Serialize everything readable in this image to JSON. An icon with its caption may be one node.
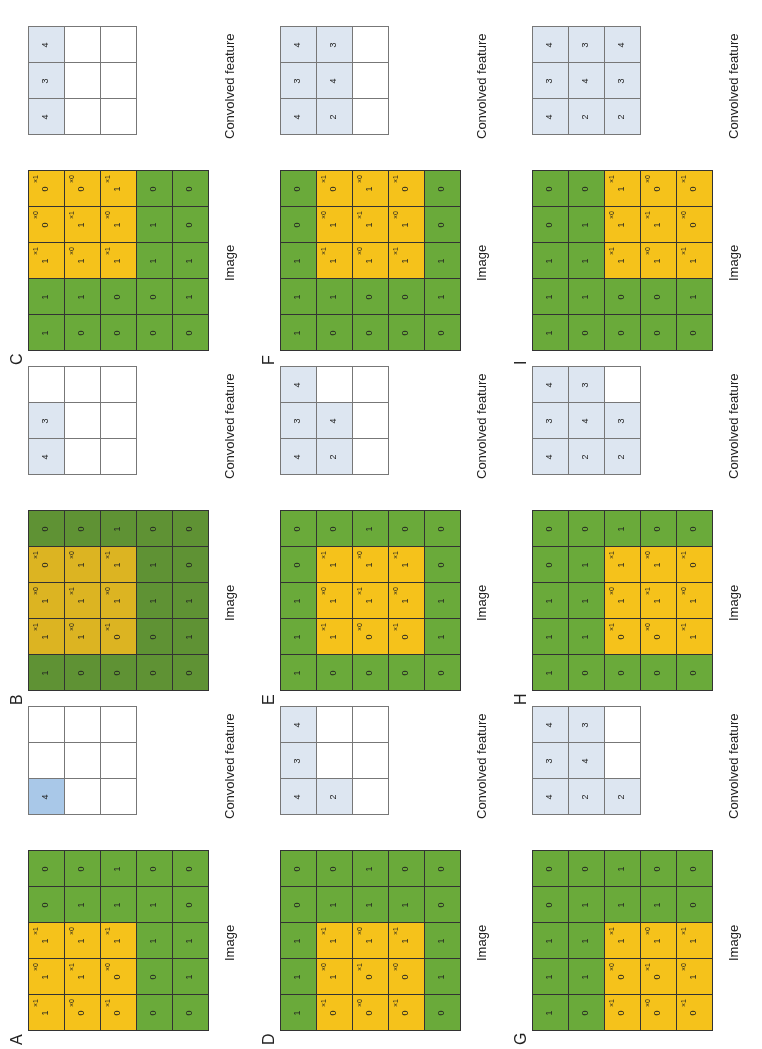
{
  "diagram": {
    "labels": [
      "A",
      "1",
      "×1",
      "1",
      "×0",
      "1",
      "×1",
      "0",
      "0",
      "0",
      "×0",
      "1",
      "×1",
      "1",
      "×0",
      "1",
      "0",
      "0",
      "×1",
      "0",
      "×0",
      "1",
      "×1",
      "1",
      "1",
      "0",
      "0",
      "1",
      "1",
      "0",
      "0",
      "1",
      "1",
      "0",
      "0",
      "Image",
      "4",
      "Convolved feature",
      "B",
      "1",
      "1",
      "×1",
      "1",
      "×0",
      "0",
      "×1",
      "0",
      "0",
      "1",
      "×0",
      "1",
      "×1",
      "1",
      "×0",
      "0",
      "0",
      "0",
      "×1",
      "1",
      "×0",
      "1",
      "×1",
      "1",
      "0",
      "0",
      "1",
      "1",
      "0",
      "0",
      "1",
      "1",
      "0",
      "0",
      "Image",
      "4",
      "3",
      "Convolved feature",
      "C",
      "1",
      "1",
      "1",
      "×1",
      "0",
      "×0",
      "0",
      "×1",
      "0",
      "1",
      "1",
      "×0",
      "1",
      "×1",
      "0",
      "×0",
      "0",
      "0",
      "1",
      "×1",
      "1",
      "×0",
      "1",
      "×1",
      "0",
      "0",
      "1",
      "1",
      "0",
      "0",
      "1",
      "1",
      "0",
      "0",
      "Image",
      "4",
      "3",
      "4",
      "Convolved feature",
      "D",
      "1",
      "1",
      "1",
      "0",
      "0",
      "0",
      "×1",
      "1",
      "×0",
      "1",
      "×1",
      "1",
      "0",
      "0",
      "×0",
      "0",
      "×1",
      "1",
      "×0",
      "1",
      "1",
      "0",
      "×1",
      "0",
      "×0",
      "1",
      "×1",
      "1",
      "0",
      "0",
      "1",
      "1",
      "0",
      "0",
      "Image",
      "4",
      "3",
      "4",
      "2",
      "Convolved feature",
      "E",
      "1",
      "1",
      "1",
      "0",
      "0",
      "0",
      "1",
      "×1",
      "1",
      "×0",
      "1",
      "×1",
      "0",
      "0",
      "0",
      "×0",
      "1",
      "×1",
      "1",
      "×0",
      "1",
      "0",
      "0",
      "×1",
      "1",
      "×0",
      "1",
      "×1",
      "0",
      "0",
      "1",
      "1",
      "0",
      "0",
      "Image",
      "4",
      "3",
      "4",
      "2",
      "4",
      "Convolved feature",
      "F",
      "1",
      "1",
      "1",
      "0",
      "0",
      "0",
      "1",
      "1",
      "×1",
      "1",
      "×0",
      "0",
      "×1",
      "0",
      "0",
      "1",
      "×0",
      "1",
      "×1",
      "1",
      "×0",
      "0",
      "0",
      "1",
      "×1",
      "1",
      "×0",
      "0",
      "×1",
      "0",
      "1",
      "1",
      "0",
      "0",
      "Image",
      "4",
      "3",
      "4",
      "2",
      "4",
      "3",
      "Convolved feature",
      "G",
      "1",
      "1",
      "1",
      "0",
      "0",
      "0",
      "1",
      "1",
      "1",
      "0",
      "0",
      "×1",
      "0",
      "×0",
      "1",
      "×1",
      "1",
      "1",
      "0",
      "×0",
      "0",
      "×1",
      "1",
      "×0",
      "1",
      "0",
      "0",
      "×1",
      "1",
      "×0",
      "1",
      "×1",
      "0",
      "0",
      "Image",
      "4",
      "3",
      "4",
      "2",
      "4",
      "3",
      "2",
      "Convolved feature",
      "H",
      "1",
      "1",
      "1",
      "0",
      "0",
      "0",
      "1",
      "1",
      "1",
      "0",
      "0",
      "0",
      "×1",
      "1",
      "×0",
      "1",
      "×1",
      "1",
      "0",
      "0",
      "×0",
      "1",
      "×1",
      "1",
      "×0",
      "0",
      "0",
      "1",
      "×1",
      "1",
      "×0",
      "0",
      "×1",
      "0",
      "Image",
      "4",
      "3",
      "4",
      "2",
      "4",
      "3",
      "2",
      "3",
      "Convolved feature",
      "I",
      "1",
      "1",
      "1",
      "0",
      "0",
      "0",
      "1",
      "1",
      "1",
      "0",
      "0",
      "0",
      "1",
      "×1",
      "1",
      "×0",
      "1",
      "×1",
      "0",
      "0",
      "1",
      "×0",
      "1",
      "×1",
      "0",
      "×0",
      "0",
      "1",
      "1",
      "×1",
      "0",
      "×0",
      "0",
      "×1",
      "Image",
      "4",
      "3",
      "4",
      "2",
      "4",
      "3",
      "2",
      "3",
      "4",
      "Convolved feature"
    ]
  }
}
